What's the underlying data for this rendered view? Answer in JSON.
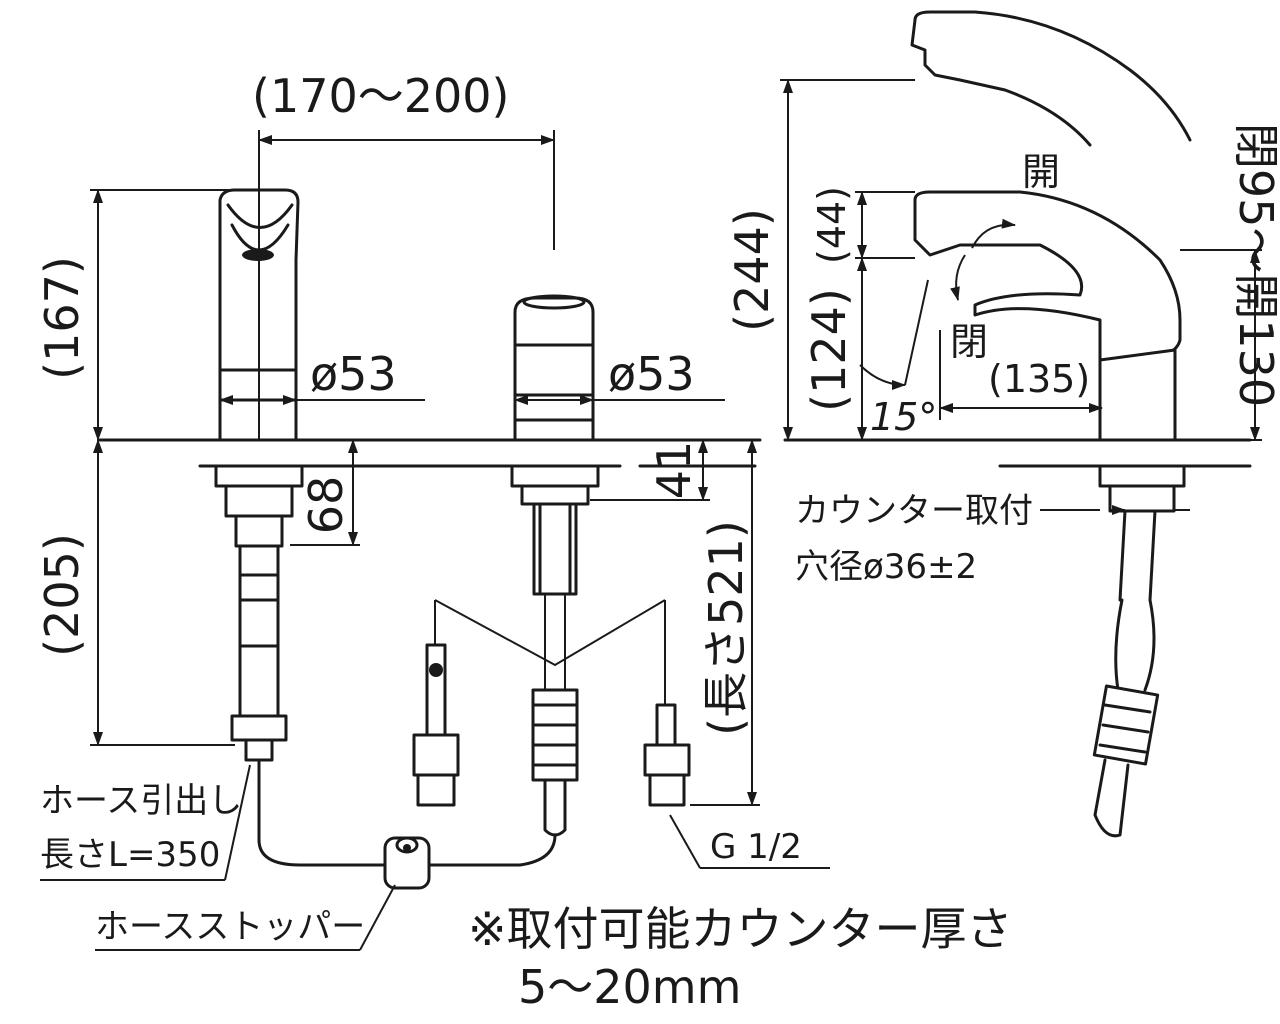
{
  "dimensions": {
    "spacing": "(170～200)",
    "spout_height": "(167)",
    "spout_diameter": "ø53",
    "handle_diameter": "ø53",
    "below_counter": "(205)",
    "shank_68": "68",
    "shank_41": "41",
    "overall_length": "(長さ521)",
    "overall_height": "(244)",
    "lever_44": "(44)",
    "body_124": "(124)",
    "spout_reach": "(135)",
    "tilt_angle": "15°",
    "lever_range": "閉95～開130"
  },
  "labels": {
    "open_top": "開",
    "closed_label": "閉",
    "counter_hole_line1": "カウンター取付",
    "counter_hole_line2": "穴径ø36±2",
    "hose_line1": "ホース引出し",
    "hose_line2": "長さL=350",
    "hose_stopper": "ホースストッパー",
    "thread": "G 1/2",
    "note_line1": "※取付可能カウンター厚さ",
    "note_line2": "5～20mm"
  },
  "colors": {
    "line": "#1a1a1a",
    "background": "#ffffff"
  }
}
